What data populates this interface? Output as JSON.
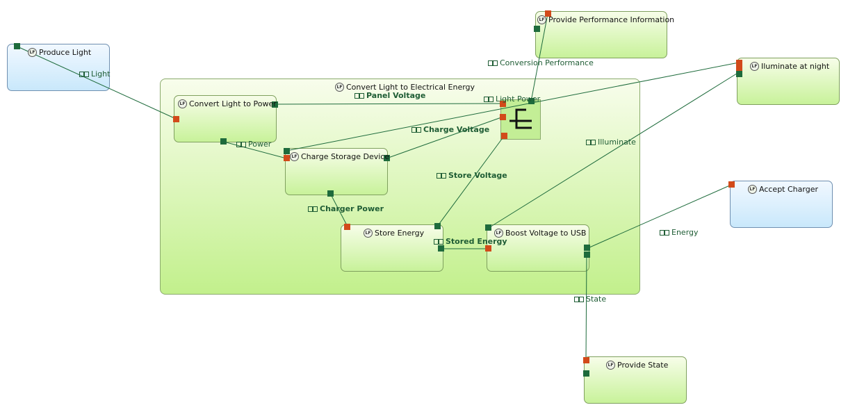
{
  "functions": {
    "produce_light": "Produce Light",
    "provide_performance": "Provide Performance Information",
    "illuminate_at_night": "Iluminate at night",
    "convert_light_electrical": "Convert Light to Electrical Energy",
    "convert_light_power": "Convert Light to Power",
    "charge_storage": "Charge Storage Device",
    "store_energy": "Store Energy",
    "boost_voltage": "Boost Voltage to USB",
    "accept_charger": "Accept Charger",
    "provide_state": "Provide State"
  },
  "exchanges": {
    "light": "Light",
    "conversion_performance": "Conversion Performance",
    "panel_voltage": "Panel Voltage",
    "light_power": "Light Power",
    "charge_voltage": "Charge Voltage",
    "power": "Power",
    "illuminate": "Illuminate",
    "store_voltage": "Store Voltage",
    "charger_power": "Charger Power",
    "stored_energy": "Stored Energy",
    "energy": "Energy",
    "state": "State"
  },
  "icons": {
    "function": "lf-function-icon",
    "exchange": "functional-exchange-icon",
    "operator": "split-operator-icon"
  },
  "colors": {
    "function_fill": "#c8f29a",
    "actor_fill": "#c9e8fb",
    "exchange_line": "#1e6b3c",
    "in_port": "#d24a1a",
    "out_port": "#1e6b3c"
  }
}
